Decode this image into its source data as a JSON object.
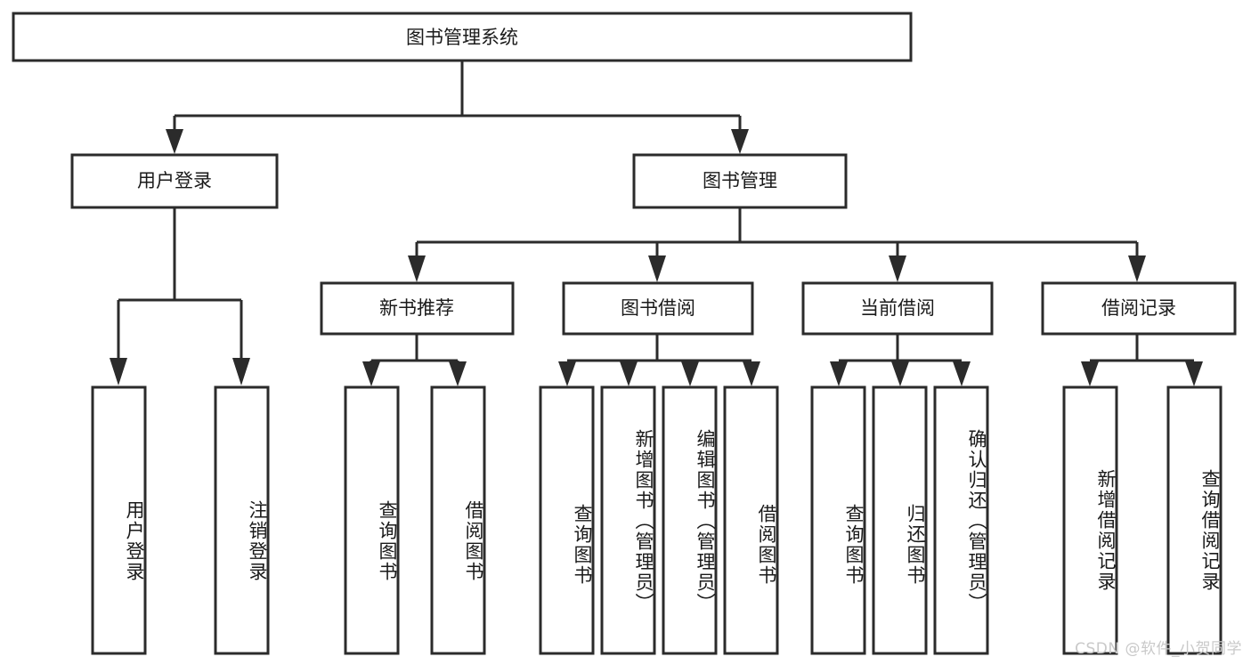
{
  "diagram": {
    "type": "tree-hierarchy",
    "title": "图书管理系统",
    "orientation": "top-down",
    "colors": {
      "box_stroke": "#2b2b2b",
      "box_fill": "#ffffff",
      "text": "#1a1a1a",
      "background": "#ffffff",
      "watermark": "#c9c9c9"
    },
    "root": {
      "id": "root",
      "label": "图书管理系统"
    },
    "level2": [
      {
        "id": "user-login",
        "label": "用户登录"
      },
      {
        "id": "book-management",
        "label": "图书管理"
      }
    ],
    "level3": [
      {
        "id": "new-book-recommend",
        "label": "新书推荐",
        "parent": "book-management"
      },
      {
        "id": "book-borrow",
        "label": "图书借阅",
        "parent": "book-management"
      },
      {
        "id": "current-borrow",
        "label": "当前借阅",
        "parent": "book-management"
      },
      {
        "id": "borrow-record",
        "label": "借阅记录",
        "parent": "book-management"
      }
    ],
    "leaves": {
      "user-login": [
        {
          "id": "leaf-user-login",
          "label": "用户登录"
        },
        {
          "id": "leaf-logout",
          "label": "注销登录"
        }
      ],
      "new-book-recommend": [
        {
          "id": "leaf-query-book-1",
          "label": "查询图书"
        },
        {
          "id": "leaf-borrow-book-1",
          "label": "借阅图书"
        }
      ],
      "book-borrow": [
        {
          "id": "leaf-query-book-2",
          "label": "查询图书"
        },
        {
          "id": "leaf-add-book",
          "label": "新增图书（管理员）"
        },
        {
          "id": "leaf-edit-book",
          "label": "编辑图书（管理员）"
        },
        {
          "id": "leaf-borrow-book-2",
          "label": "借阅图书"
        }
      ],
      "current-borrow": [
        {
          "id": "leaf-query-book-3",
          "label": "查询图书"
        },
        {
          "id": "leaf-return-book",
          "label": "归还图书"
        },
        {
          "id": "leaf-confirm-return",
          "label": "确认归还（管理员）"
        }
      ],
      "borrow-record": [
        {
          "id": "leaf-add-record",
          "label": "新增借阅记录"
        },
        {
          "id": "leaf-query-record",
          "label": "查询借阅记录"
        }
      ]
    }
  },
  "watermark": {
    "text": "CSDN @软件_小贺同学"
  }
}
